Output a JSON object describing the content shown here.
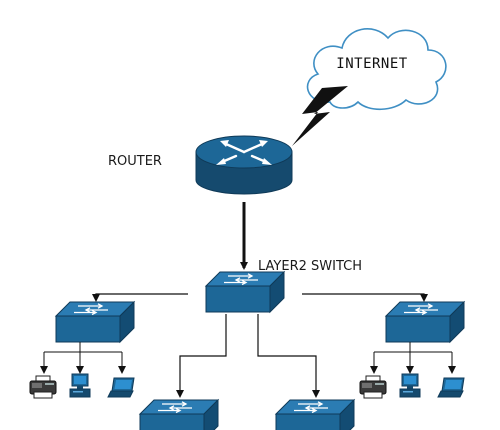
{
  "labels": {
    "internet": "INTERNET",
    "router": "ROUTER",
    "core_switch": "LAYER2 SWITCH"
  },
  "colors": {
    "device_fill": "#1d6797",
    "device_dark": "#154a6e",
    "device_side": "#0f3a58",
    "line": "#111111",
    "cloud_stroke": "#3f8fc4"
  },
  "icons": [
    "cloud-icon",
    "lightning-icon",
    "router-icon",
    "switch-icon",
    "fax-printer-icon",
    "desktop-computer-icon",
    "laptop-icon"
  ]
}
